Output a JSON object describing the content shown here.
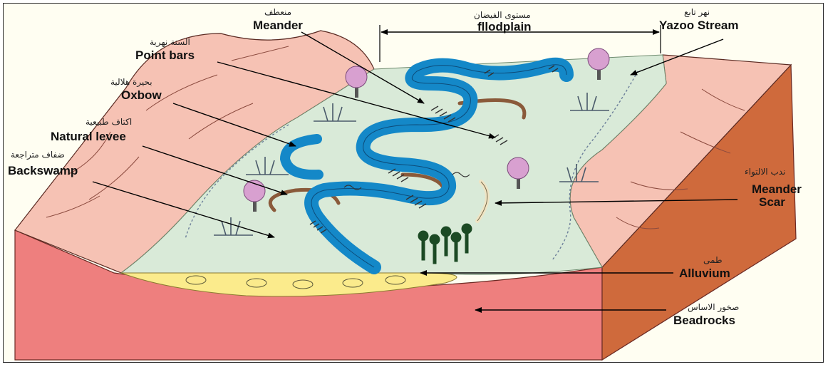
{
  "labels": {
    "meander": {
      "en": "Meander",
      "ar": "منعطف"
    },
    "floodplain": {
      "en": "fllodplain",
      "ar": "مستوى الفيضان"
    },
    "yazoo": {
      "en": "Yazoo Stream",
      "ar": "نهر تابع"
    },
    "point_bars": {
      "en": "Point bars",
      "ar": "السنة نهرية"
    },
    "oxbow": {
      "en": "Oxbow",
      "ar": "بحيرة هلالية"
    },
    "natural_levee": {
      "en": "Natural levee",
      "ar": "اكتاف طبيعية"
    },
    "backswamp": {
      "en": "Backswamp",
      "ar": "ضفاف متراجعة"
    },
    "meander_scar": {
      "en_line1": "Meander",
      "en_line2": "Scar",
      "ar": "ندب الالتواء"
    },
    "alluvium": {
      "en": "Alluvium",
      "ar": "طمى"
    },
    "bedrocks": {
      "en": "Beadrocks",
      "ar": "صخور الاساس"
    }
  },
  "colors": {
    "floodplain": "#d9ead8",
    "bedrock": "#ee7f7e",
    "right_wall": "#cf6a3c",
    "hills": "#f6c2b4",
    "river": "#1488c8",
    "alluvium": "#fbeb8c",
    "tree": "#d8a0d0",
    "palm": "#1c4a24"
  }
}
